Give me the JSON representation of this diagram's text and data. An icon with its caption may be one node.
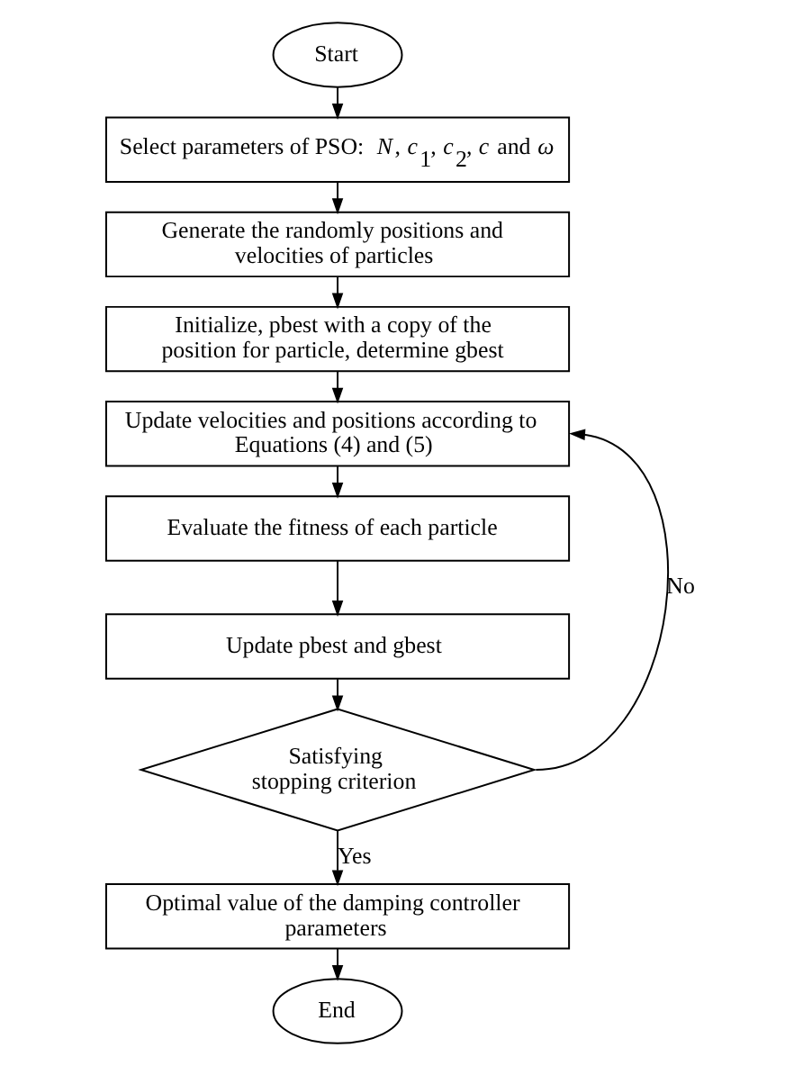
{
  "diagram": {
    "nodes": [
      {
        "text": [
          "Start"
        ]
      },
      {
        "text": [
          "Select parameters of PSO: *N*, *c*$_{1}$, *c*$_{2}$, *c* and *ω*"
        ]
      },
      {
        "text": [
          "Generate the randomly positions and velocities of particles"
        ]
      },
      {
        "text": [
          "Initialize, pbest with a copy of the position for particle, determine gbest"
        ]
      },
      {
        "text": [
          "Update velocities and positions according to Equations (4) and (5)"
        ]
      },
      {
        "text": [
          "Evaluate the fitness of each particle"
        ]
      },
      {
        "text": [
          "Update pbest and gbest"
        ]
      },
      {
        "text": [
          "Satisfying stopping criterion"
        ]
      },
      {
        "text": [
          "Optimal value of the damping controller parameters"
        ]
      },
      {
        "text": [
          "End"
        ]
      }
    ],
    "edges": [
      {
        "from": 0,
        "to": 1,
        "arrow": "to"
      },
      {
        "from": 1,
        "to": 2,
        "arrow": "to"
      },
      {
        "from": 2,
        "to": 3,
        "arrow": "to"
      },
      {
        "from": 3,
        "to": 4,
        "arrow": "to"
      },
      {
        "from": 4,
        "to": 5,
        "arrow": "to"
      },
      {
        "from": 5,
        "to": 6,
        "arrow": "to"
      },
      {
        "from": 6,
        "to": 7,
        "arrow": "to"
      },
      {
        "from": 7,
        "to": 4,
        "arrow": "to",
        "label": "No"
      },
      {
        "from": 7,
        "to": 8,
        "arrow": "to",
        "label": "Yes"
      },
      {
        "from": 8,
        "to": 9,
        "arrow": "to"
      }
    ]
  }
}
